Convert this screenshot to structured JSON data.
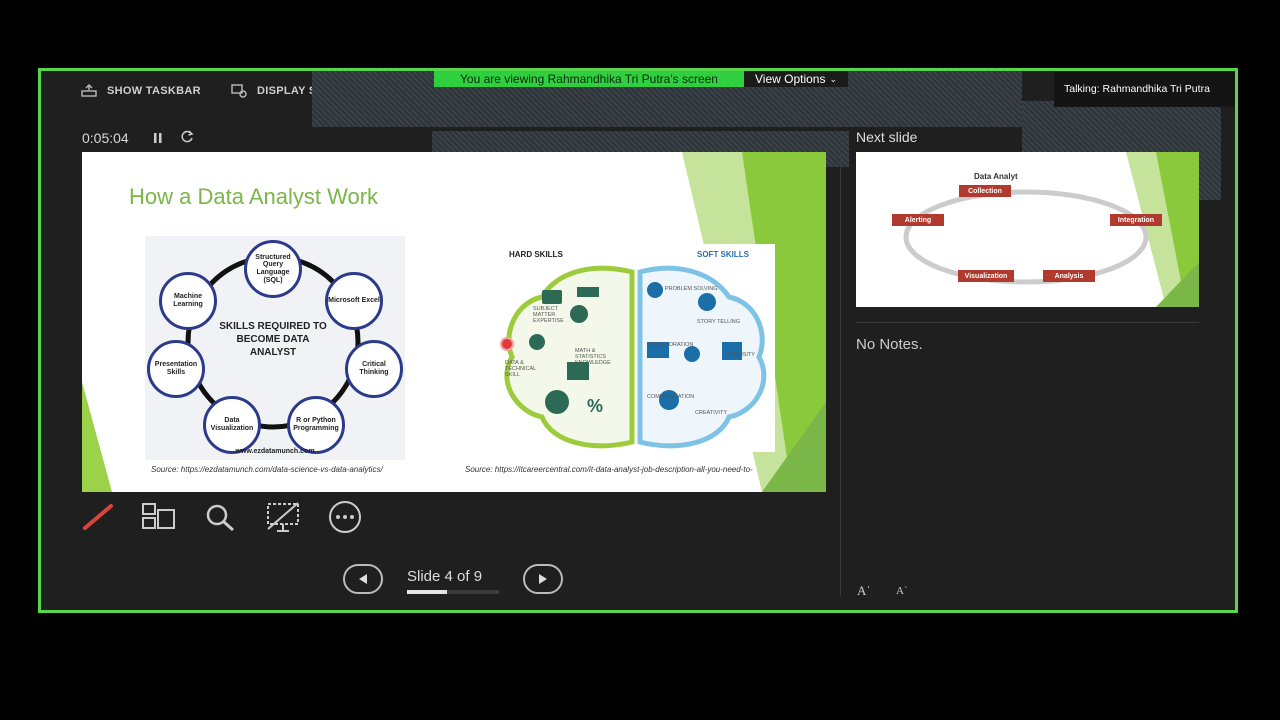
{
  "top_toolbar": {
    "show_taskbar": "SHOW TASKBAR",
    "display_settings": "DISPLAY SE"
  },
  "share_banner": {
    "text": "You are viewing Rahmandhika Tri Putra's screen",
    "view_options": "View Options"
  },
  "talking": {
    "text": "Talking: Rahmandhika Tri Putra"
  },
  "timer": {
    "elapsed": "0:05:04"
  },
  "next_slide": {
    "label": "Next slide"
  },
  "notes": {
    "text": "No Notes."
  },
  "navigation": {
    "slide_indicator": "Slide 4 of 9",
    "progress_fraction": 0.44
  },
  "current_slide": {
    "title": "How a Data Analyst Work",
    "left_image": {
      "center_text": "SKILLS REQUIRED TO BECOME DATA ANALYST",
      "nodes": [
        "Structured Query Language (SQL)",
        "Microsoft Excel",
        "Critical Thinking",
        "R or Python Programming",
        "Data Visualization",
        "Presentation Skills",
        "Machine Learning"
      ],
      "website": "www.ezdatamunch.com",
      "source": "Source: https://ezdatamunch.com/data-science-vs-data-analytics/"
    },
    "right_image": {
      "hard_skills": "HARD SKILLS",
      "soft_skills": "SOFT SKILLS",
      "hard_items": [
        "SUBJECT MATTER EXPERTISE",
        "MATH & STATISTICS KNOWLEDGE",
        "DATA & TECHNICAL SKILL"
      ],
      "soft_items": [
        "PROBLEM SOLVING",
        "STORY TELLING",
        "COLLABORATION",
        "CURIOSITY",
        "COMMUNICATION",
        "CREATIVITY"
      ],
      "source": "Source: https://itcareercentral.com/it-data-analyst-job-description-all-you-need-to-"
    }
  },
  "next_slide_preview": {
    "title": "Data Analyt",
    "boxes": [
      "Collection",
      "Alerting",
      "Integration",
      "Visualization",
      "Analysis"
    ]
  },
  "colors": {
    "frame_border": "#58d64a",
    "banner": "#2fcf3f",
    "slide_title": "#7ab648",
    "node_border": "#2b3a8a",
    "preview_box": "#b03a2e"
  }
}
